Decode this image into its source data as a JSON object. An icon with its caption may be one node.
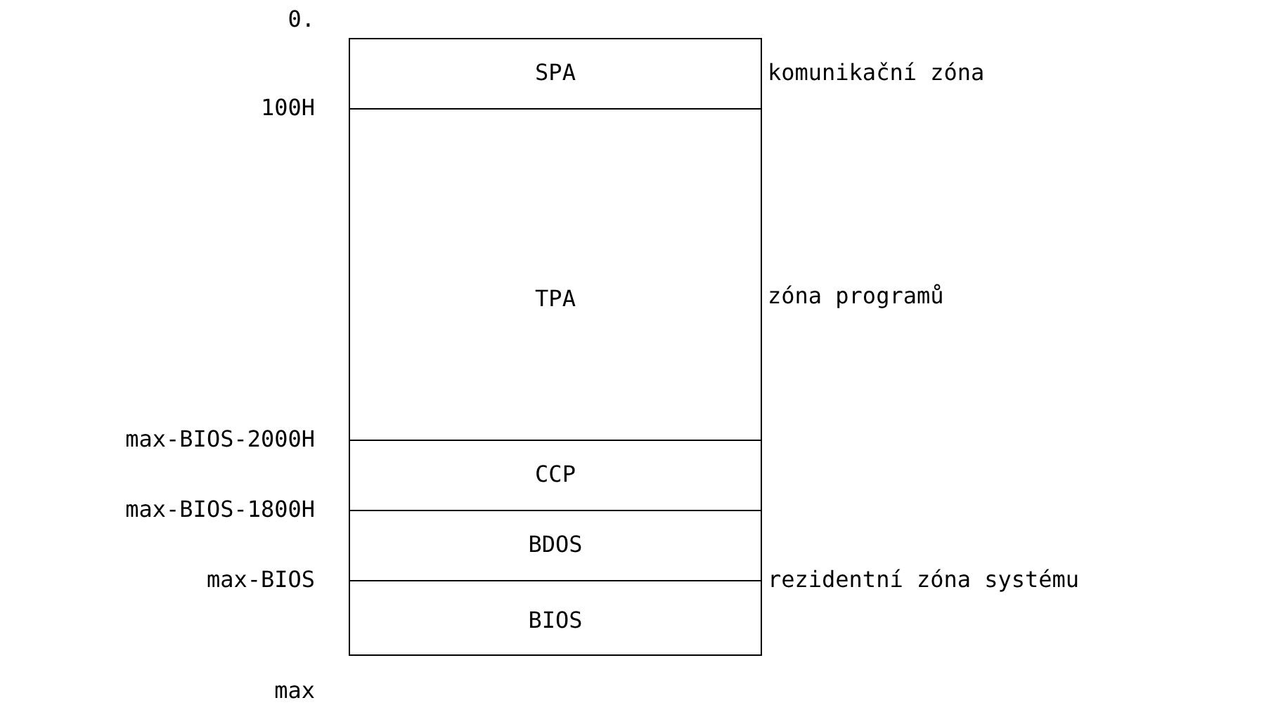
{
  "diagram": {
    "nodes": [
      {
        "text": [
          "SPA"
        ]
      },
      {
        "text": [
          "TPA"
        ]
      },
      {
        "text": [
          "CCP"
        ]
      },
      {
        "text": [
          "BDOS"
        ]
      },
      {
        "text": [
          "BIOS"
        ]
      }
    ],
    "edges": [],
    "labels": [
      "0.",
      "komunikační zóna",
      "100H",
      "zóna programů",
      "max-BIOS-2000H",
      "max-BIOS-1800H",
      "max-BIOS",
      "rezidentní zóna systému",
      "max"
    ]
  }
}
